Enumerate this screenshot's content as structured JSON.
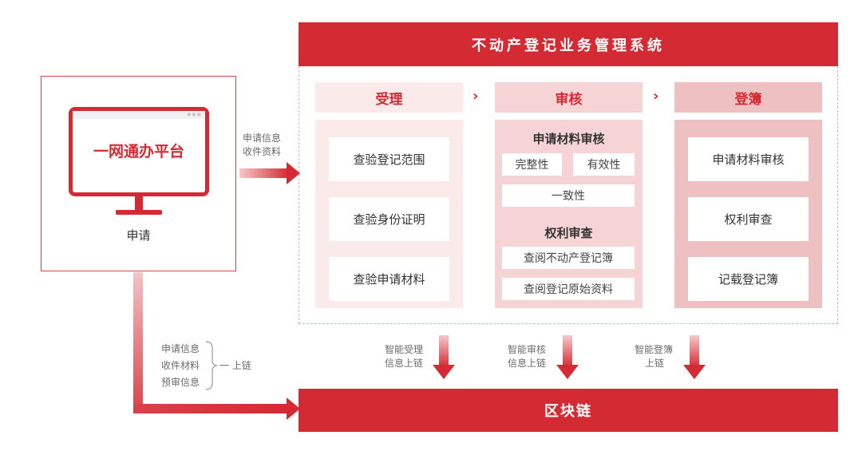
{
  "applicant": {
    "platform_title": "一网通办平台",
    "label": "申请"
  },
  "transfer_label": [
    "申请信息",
    "收件资料"
  ],
  "system": {
    "title": "不动产登记业务管理系统"
  },
  "columns": [
    {
      "title": "受理",
      "items": [
        "查验登记范围",
        "查验身份证明",
        "查验申请材料"
      ]
    },
    {
      "title": "审核",
      "group1": {
        "title": "申请材料审核",
        "tags": [
          "完整性",
          "有效性",
          "一致性"
        ]
      },
      "group2": {
        "title": "权利审查",
        "items": [
          "查阅不动产登记簿",
          "查阅登记原始资料"
        ]
      }
    },
    {
      "title": "登簿",
      "items": [
        "申请材料审核",
        "权利审查",
        "记载登记簿"
      ]
    }
  ],
  "uplink_labels": [
    [
      "智能受理",
      "信息上链"
    ],
    [
      "智能审核",
      "信息上链"
    ],
    [
      "智能登簿",
      "上链"
    ]
  ],
  "chain_inputs": [
    "申请信息",
    "收件材料",
    "预审信息"
  ],
  "chain_inputs_label": "一 上链",
  "blockchain": {
    "title": "区块链"
  },
  "colors": {
    "brand_red": "#d42a33",
    "panel_light": "#fbeaea",
    "panel_mid": "#f6d3d4",
    "panel_dark": "#efc0c2"
  }
}
